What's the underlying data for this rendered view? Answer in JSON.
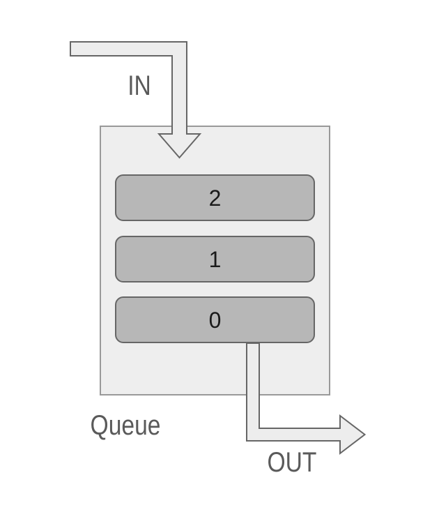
{
  "diagram": {
    "title": "Queue",
    "in_label": "IN",
    "out_label": "OUT",
    "slots": [
      {
        "value": "2"
      },
      {
        "value": "1"
      },
      {
        "value": "0"
      }
    ]
  },
  "colors": {
    "container_fill": "#eeeeee",
    "container_stroke": "#999999",
    "slot_fill": "#b7b7b7",
    "slot_stroke": "#666666",
    "arrow_fill": "#ededed",
    "arrow_stroke": "#666666",
    "label_color": "#5a5a5a",
    "value_color": "#1a1a1a"
  }
}
